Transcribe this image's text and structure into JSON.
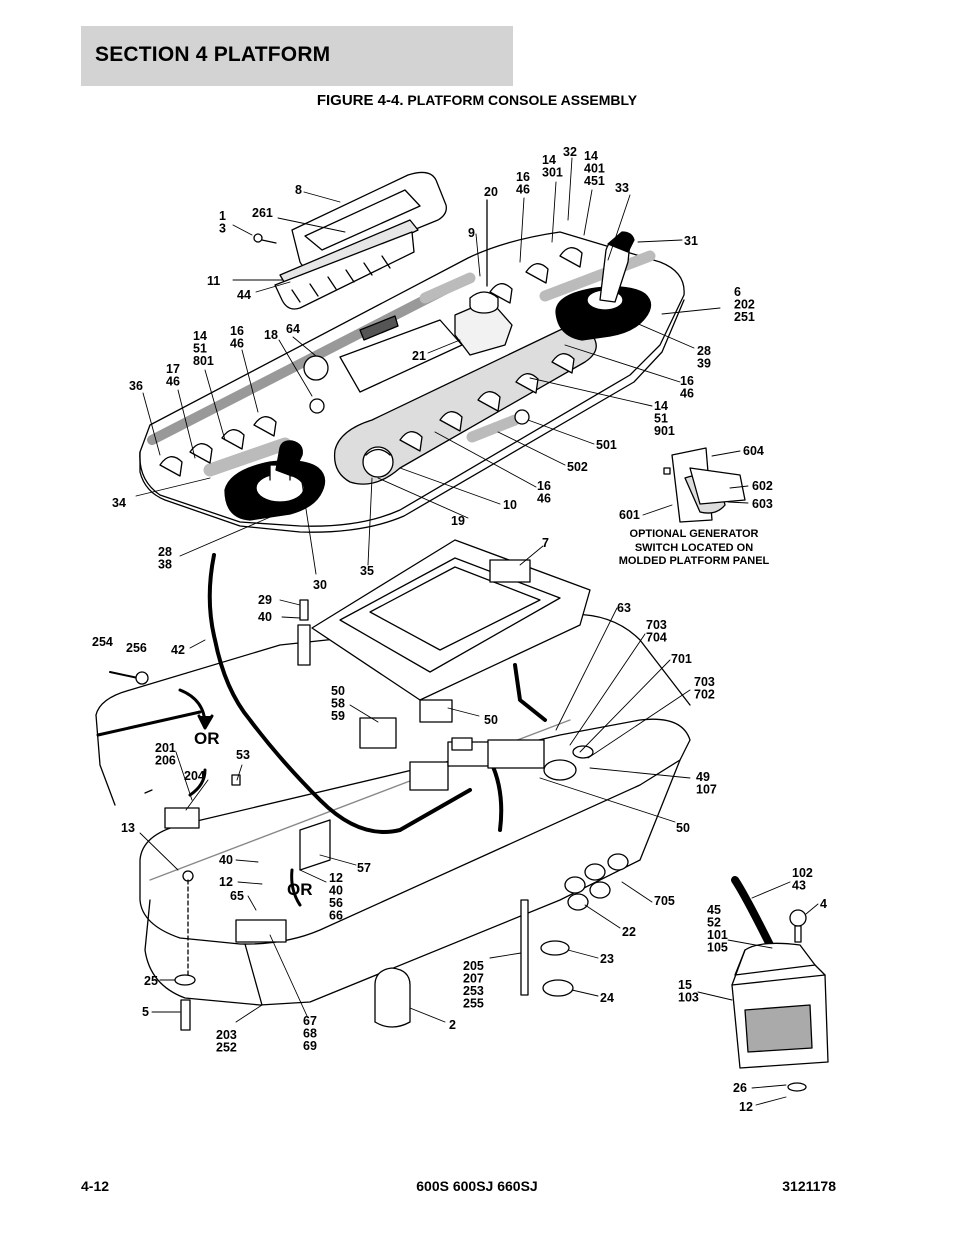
{
  "header": {
    "section_title": "SECTION 4   PLATFORM",
    "figure_number": "FIGURE 4-4.",
    "figure_title": "PLATFORM CONSOLE ASSEMBLY"
  },
  "callouts": [
    {
      "lines": [
        "8"
      ]
    },
    {
      "lines": [
        "261"
      ]
    },
    {
      "lines": [
        "1",
        "3"
      ]
    },
    {
      "lines": [
        "11"
      ]
    },
    {
      "lines": [
        "44"
      ]
    },
    {
      "lines": [
        "20"
      ]
    },
    {
      "lines": [
        "9"
      ]
    },
    {
      "lines": [
        "16",
        "46"
      ]
    },
    {
      "lines": [
        "14",
        "301"
      ]
    },
    {
      "lines": [
        "32"
      ]
    },
    {
      "lines": [
        "14",
        "401",
        "451"
      ]
    },
    {
      "lines": [
        "33"
      ]
    },
    {
      "lines": [
        "31"
      ]
    },
    {
      "lines": [
        "6",
        "202",
        "251"
      ]
    },
    {
      "lines": [
        "28",
        "39"
      ]
    },
    {
      "lines": [
        "16",
        "46"
      ]
    },
    {
      "lines": [
        "14",
        "51",
        "901"
      ]
    },
    {
      "lines": [
        "501"
      ]
    },
    {
      "lines": [
        "502"
      ]
    },
    {
      "lines": [
        "16",
        "46"
      ]
    },
    {
      "lines": [
        "10"
      ]
    },
    {
      "lines": [
        "19"
      ]
    },
    {
      "lines": [
        "21"
      ]
    },
    {
      "lines": [
        "64"
      ]
    },
    {
      "lines": [
        "18"
      ]
    },
    {
      "lines": [
        "16",
        "46"
      ]
    },
    {
      "lines": [
        "14",
        "51",
        "801"
      ]
    },
    {
      "lines": [
        "17",
        "46"
      ]
    },
    {
      "lines": [
        "36"
      ]
    },
    {
      "lines": [
        "34"
      ]
    },
    {
      "lines": [
        "28",
        "38"
      ]
    },
    {
      "lines": [
        "30"
      ]
    },
    {
      "lines": [
        "35"
      ]
    },
    {
      "lines": [
        "7"
      ]
    },
    {
      "lines": [
        "29"
      ]
    },
    {
      "lines": [
        "40"
      ]
    },
    {
      "lines": [
        "254"
      ]
    },
    {
      "lines": [
        "256"
      ]
    },
    {
      "lines": [
        "42"
      ]
    },
    {
      "lines": [
        "63"
      ]
    },
    {
      "lines": [
        "703",
        "704"
      ]
    },
    {
      "lines": [
        "701"
      ]
    },
    {
      "lines": [
        "703",
        "702"
      ]
    },
    {
      "lines": [
        "50",
        "58",
        "59"
      ]
    },
    {
      "lines": [
        "50"
      ]
    },
    {
      "lines": [
        "201",
        "206"
      ]
    },
    {
      "lines": [
        "204"
      ]
    },
    {
      "lines": [
        "53"
      ]
    },
    {
      "lines": [
        "49",
        "107"
      ]
    },
    {
      "lines": [
        "50"
      ]
    },
    {
      "lines": [
        "13"
      ]
    },
    {
      "lines": [
        "40"
      ]
    },
    {
      "lines": [
        "57"
      ]
    },
    {
      "lines": [
        "12"
      ]
    },
    {
      "lines": [
        "12",
        "40",
        "56",
        "66"
      ]
    },
    {
      "lines": [
        "65"
      ]
    },
    {
      "lines": [
        "705"
      ]
    },
    {
      "lines": [
        "22"
      ]
    },
    {
      "lines": [
        "102",
        "43"
      ]
    },
    {
      "lines": [
        "4"
      ]
    },
    {
      "lines": [
        "45",
        "52",
        "101",
        "105"
      ]
    },
    {
      "lines": [
        "23"
      ]
    },
    {
      "lines": [
        "205",
        "207",
        "253",
        "255"
      ]
    },
    {
      "lines": [
        "24"
      ]
    },
    {
      "lines": [
        "15",
        "103"
      ]
    },
    {
      "lines": [
        "25"
      ]
    },
    {
      "lines": [
        "5"
      ]
    },
    {
      "lines": [
        "67",
        "68",
        "69"
      ]
    },
    {
      "lines": [
        "203",
        "252"
      ]
    },
    {
      "lines": [
        "2"
      ]
    },
    {
      "lines": [
        "26"
      ]
    },
    {
      "lines": [
        "12"
      ]
    },
    {
      "lines": [
        "604"
      ]
    },
    {
      "lines": [
        "602"
      ]
    },
    {
      "lines": [
        "603"
      ]
    },
    {
      "lines": [
        "601"
      ]
    }
  ],
  "or_labels": [
    "OR",
    "OR"
  ],
  "note": {
    "lines": [
      "OPTIONAL GENERATOR",
      "SWITCH LOCATED ON",
      "MOLDED PLATFORM PANEL"
    ]
  },
  "footer": {
    "page_number": "4-12",
    "models": "600S 600SJ 660SJ",
    "document_number": "3121178"
  }
}
